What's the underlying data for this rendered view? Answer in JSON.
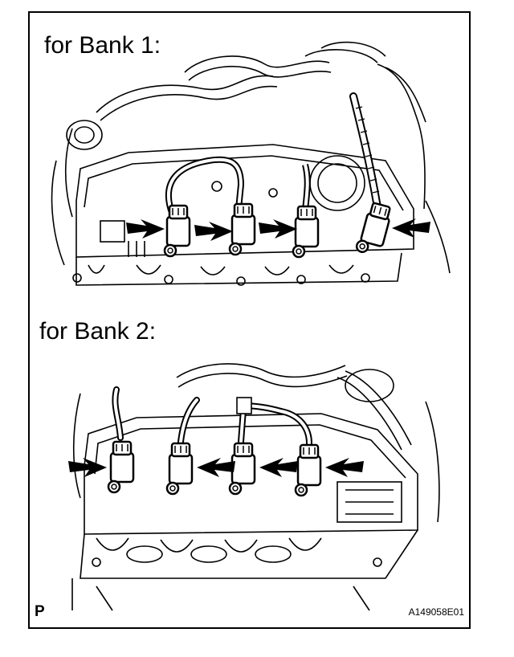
{
  "labels": {
    "bank1": "for Bank 1:",
    "bank2": "for Bank 2:",
    "corner": "P",
    "figure_code": "A149058E01"
  },
  "colors": {
    "ink": "#000000",
    "paper": "#ffffff"
  },
  "icons": [
    "arrow-icon"
  ]
}
